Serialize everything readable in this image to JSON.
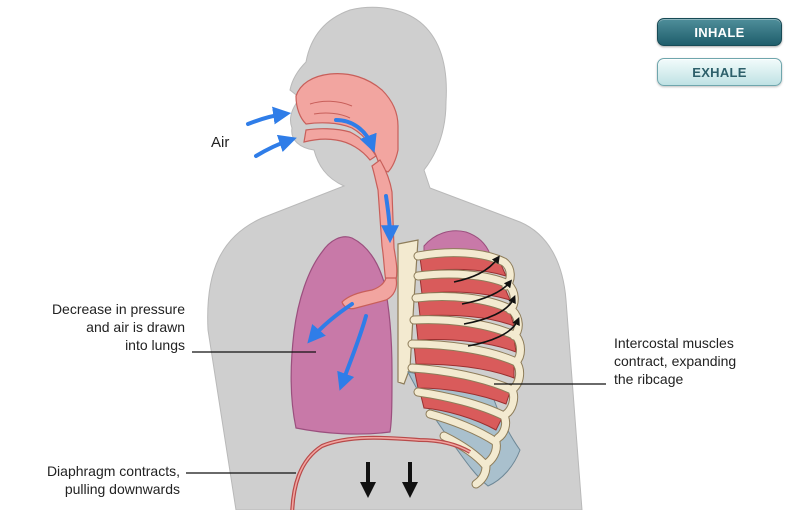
{
  "controls": {
    "inhale_label": "INHALE",
    "exhale_label": "EXHALE"
  },
  "labels": {
    "air": "Air",
    "pressure": [
      "Decrease in pressure",
      "and air is drawn",
      "into lungs"
    ],
    "muscles": [
      "Intercostal muscles",
      "contract, expanding",
      "the ribcage"
    ],
    "diaphragm": [
      "Diaphragm contracts,",
      "pulling downwards"
    ]
  },
  "colors": {
    "body": "#cfcfcf",
    "airway": "#f2a5a0",
    "lung": "#c879a8",
    "muscle": "#d95b5b",
    "rib": "#f3ead0",
    "cartilage": "#a9c0cd",
    "airflow_arrow": "#2f7de8",
    "inhale_button": "#2a6b78",
    "exhale_button": "#d9f0f1"
  },
  "icons": [
    "air-flow-arrow-icon",
    "down-arrow-icon",
    "rib-expansion-arrow-icon"
  ]
}
